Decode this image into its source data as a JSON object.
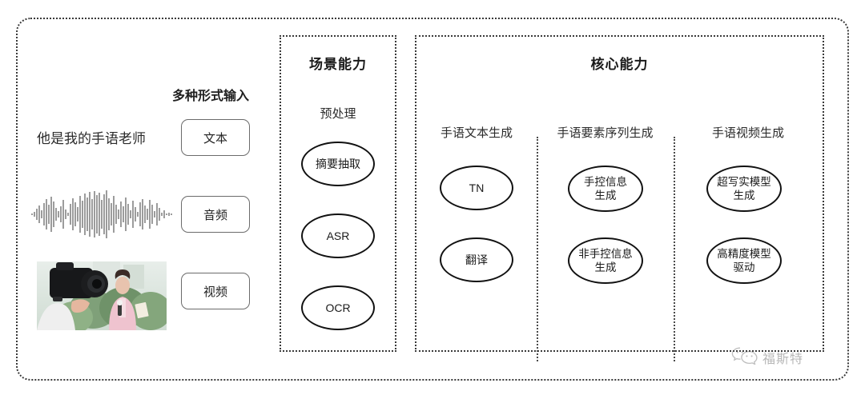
{
  "diagram": {
    "input_section": {
      "title": "多种形式输入",
      "sample_text": "他是我的手语老师",
      "modalities": [
        {
          "label": "文本",
          "icon": "text-sample"
        },
        {
          "label": "音频",
          "icon": "audio-waveform"
        },
        {
          "label": "视频",
          "icon": "video-thumbnail"
        }
      ]
    },
    "scene_section": {
      "title": "场景能力",
      "columns": [
        {
          "label": "预处理",
          "nodes": [
            "摘要抽取",
            "ASR",
            "OCR"
          ]
        }
      ]
    },
    "core_section": {
      "title": "核心能力",
      "columns": [
        {
          "label": "手语文本生成",
          "nodes": [
            "TN",
            "翻译"
          ]
        },
        {
          "label": "手语要素序列生成",
          "nodes": [
            "手控信息\n生成",
            "非手控信息\n生成"
          ]
        },
        {
          "label": "手语视频生成",
          "nodes": [
            "超写实模型\n生成",
            "高精度模型\n驱动"
          ]
        }
      ]
    },
    "watermark": {
      "text": "福斯特",
      "icon": "wechat-bubbles-icon"
    },
    "colors": {
      "border": "#3a3a3a",
      "node_border": "#111111",
      "text": "#262626",
      "background": "#ffffff"
    }
  }
}
